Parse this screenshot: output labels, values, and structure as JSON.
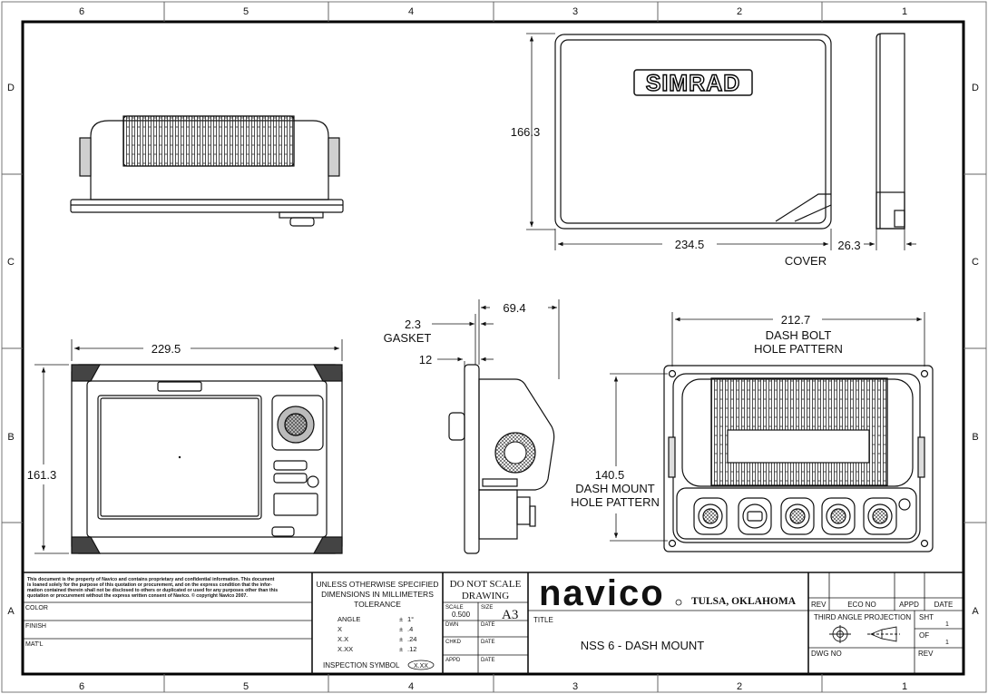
{
  "zones": {
    "columns": [
      "6",
      "5",
      "4",
      "3",
      "2",
      "1"
    ],
    "rows": [
      "D",
      "C",
      "B",
      "A"
    ]
  },
  "views": {
    "top": {},
    "cover": {
      "label": "COVER",
      "brand": "SIMRAD",
      "dim_height": "166.3",
      "dim_width": "234.5",
      "dim_depth": "26.3"
    },
    "front": {
      "dim_width": "229.5",
      "dim_height": "161.3"
    },
    "side": {
      "dim_depth": "69.4",
      "gasket_value": "2.3",
      "gasket_label": "GASKET",
      "dim_12": "12"
    },
    "rear": {
      "bolt_value": "212.7",
      "bolt_label_1": "DASH BOLT",
      "bolt_label_2": "HOLE PATTERN",
      "mount_value": "140.5",
      "mount_label_1": "DASH MOUNT",
      "mount_label_2": "HOLE PATTERN"
    }
  },
  "title_block": {
    "notice": [
      "This document is the property of Navico and contains proprietary and confidential information. This document",
      "is loaned solely for the purpose of this quotation or procurement, and on the express condition that the infor-",
      "mation contained therein shall not be disclosed to others or duplicated or used for any purposes other than this",
      "quotation or procurement without the express written consent of Navico. © copyright Navico 2007."
    ],
    "color_label": "COLOR",
    "finish_label": "FINISH",
    "matl_label": "MAT'L",
    "tolerance_lines": [
      "UNLESS OTHERWISE SPECIFIED",
      "DIMENSIONS IN MILLIMETERS",
      "TOLERANCE"
    ],
    "tolerances": [
      {
        "label": "ANGLE",
        "pm": "±",
        "value": "1°"
      },
      {
        "label": "X",
        "pm": "±",
        "value": ".4"
      },
      {
        "label": "X.X",
        "pm": "±",
        "value": ".24"
      },
      {
        "label": "X.XX",
        "pm": "±",
        "value": ".12"
      }
    ],
    "inspection_label": "INSPECTION SYMBOL",
    "inspection_symbol": "X.XX",
    "do_not_scale_1": "DO NOT SCALE",
    "do_not_scale_2": "DRAWING",
    "scale_label": "SCALE",
    "scale_value": "0.500",
    "size_label": "SIZE",
    "size_value": "A3",
    "dwn_label": "DWN",
    "chkd_label": "CHKD",
    "appd_label": "APPD",
    "date_label": "DATE",
    "logo": "navico",
    "city": "TULSA, OKLAHOMA",
    "title_label": "TITLE",
    "title": "NSS 6 - DASH MOUNT",
    "rev_label": "REV",
    "eco_label": "ECO NO",
    "appd_col_label": "APPD",
    "date_col_label": "DATE",
    "projection_label": "THIRD ANGLE PROJECTION",
    "sht_label": "SHT",
    "sht_value": "1",
    "of_label": "OF",
    "of_value": "1",
    "dwg_label": "DWG NO",
    "rev_label_2": "REV"
  }
}
